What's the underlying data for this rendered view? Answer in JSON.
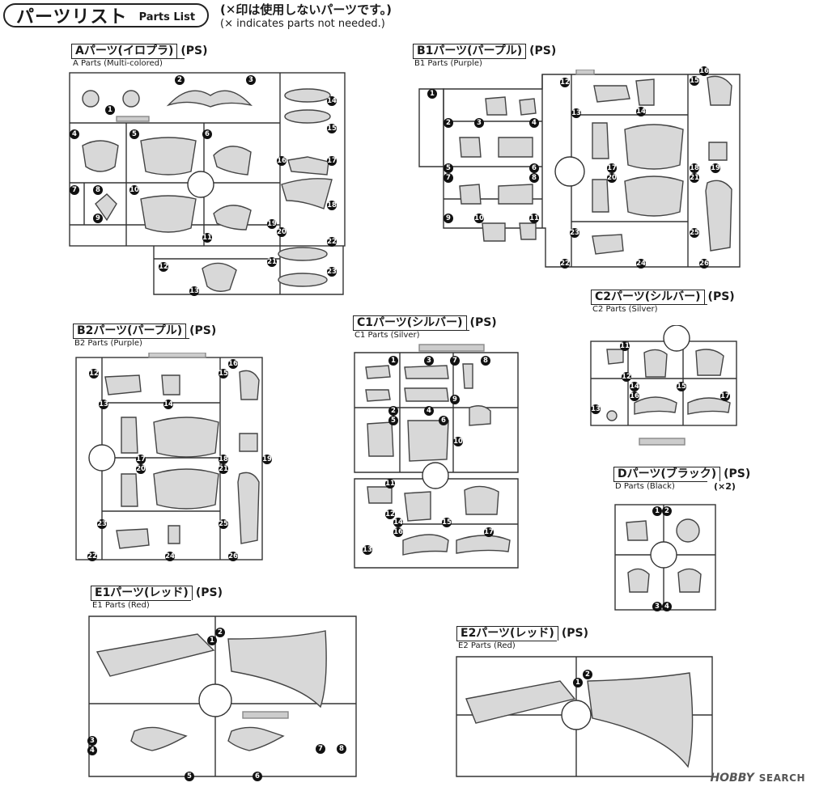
{
  "header": {
    "title": "パーツリスト",
    "subtitle": "Parts List",
    "note_jp": "(✕印は使用しないパーツです。)",
    "note_en": "(× indicates parts not needed.)"
  },
  "ps": "(PS)",
  "multiplier": "(×2)",
  "runners": {
    "a": {
      "title": "Aパーツ(イロプラ)",
      "subtitle": "A Parts (Multi-colored)",
      "nums": [
        "1",
        "2",
        "3",
        "4",
        "5",
        "6",
        "7",
        "8",
        "9",
        "10",
        "11",
        "12",
        "13",
        "14",
        "15",
        "16",
        "17",
        "18",
        "19",
        "20",
        "21",
        "22",
        "23"
      ]
    },
    "b1": {
      "title": "B1パーツ(パープル)",
      "subtitle": "B1 Parts (Purple)",
      "nums": [
        "1",
        "2",
        "3",
        "4",
        "5",
        "6",
        "7",
        "8",
        "9",
        "10",
        "11",
        "12",
        "13",
        "14",
        "15",
        "16",
        "17",
        "18",
        "19",
        "20",
        "21",
        "22",
        "23",
        "24",
        "25",
        "26"
      ]
    },
    "b2": {
      "title": "B2パーツ(パープル)",
      "subtitle": "B2 Parts (Purple)",
      "nums": [
        "12",
        "13",
        "14",
        "15",
        "16",
        "17",
        "18",
        "19",
        "20",
        "21",
        "22",
        "23",
        "24",
        "25",
        "26"
      ]
    },
    "c1": {
      "title": "C1パーツ(シルバー)",
      "subtitle": "C1 Parts (Silver)",
      "nums": [
        "1",
        "2",
        "3",
        "4",
        "5",
        "6",
        "7",
        "8",
        "9",
        "10",
        "11",
        "12",
        "13",
        "14",
        "15",
        "16",
        "17"
      ]
    },
    "c2": {
      "title": "C2パーツ(シルバー)",
      "subtitle": "C2 Parts (Silver)",
      "nums": [
        "11",
        "12",
        "13",
        "14",
        "15",
        "16",
        "17"
      ]
    },
    "d": {
      "title": "Dパーツ(ブラック)",
      "subtitle": "D Parts (Black)",
      "nums": [
        "1",
        "2",
        "3",
        "4"
      ]
    },
    "e1": {
      "title": "E1パーツ(レッド)",
      "subtitle": "E1 Parts (Red)",
      "nums": [
        "1",
        "2",
        "3",
        "4",
        "5",
        "6",
        "7",
        "8"
      ]
    },
    "e2": {
      "title": "E2パーツ(レッド)",
      "subtitle": "E2 Parts (Red)",
      "nums": [
        "1",
        "2"
      ]
    }
  },
  "watermark": {
    "logo": "HOBBY",
    "text": "SEARCH"
  }
}
